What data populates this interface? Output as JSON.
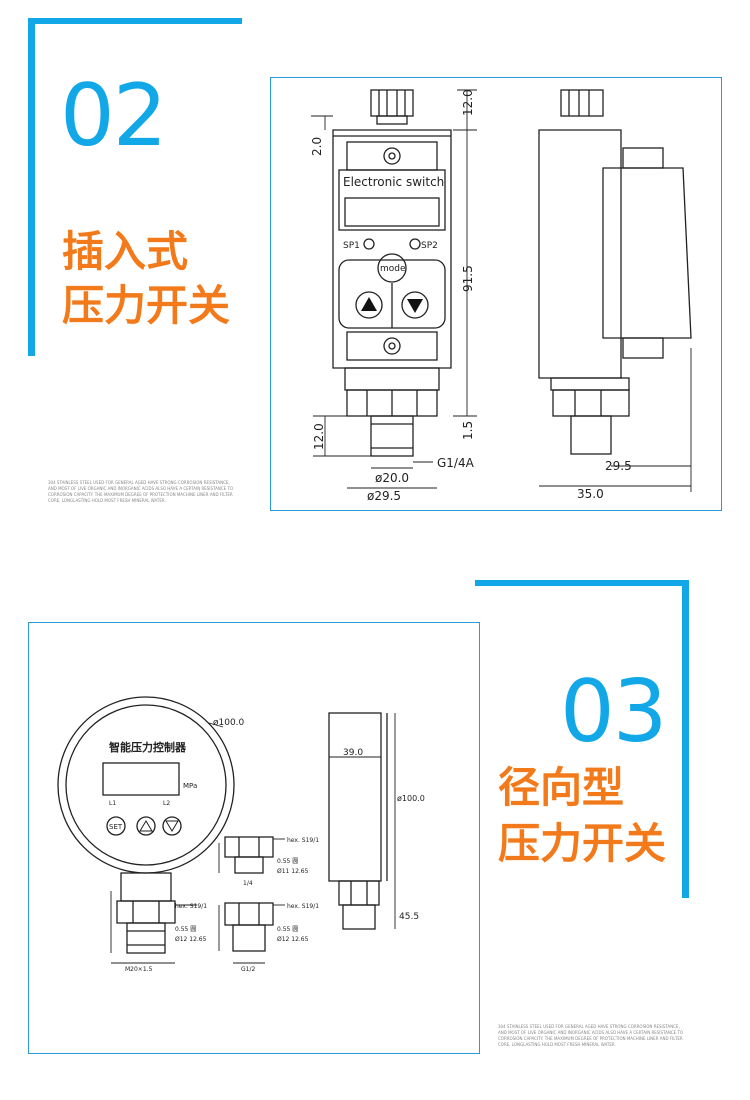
{
  "section02": {
    "number": "02",
    "title_line1": "插入式",
    "title_line2": "压力开关",
    "fineprint": "304 STAINLESS STEEL USED FOR GENERAL AGED HAVE STRONG CORROSION RESISTANCE, AND MOST OF LIVE ORGANIC AND INORGANIC ACIDS ALSO HAVE A CERTAIN RESISTANCE TO CORROSION CAPACITY. THE MAXIMUM DEGREE OF PROTECTION MACHINE LINER AND FILTER CORE, LONGLASTING HOLD MOST FRESH MINERAL WATER."
  },
  "section03": {
    "number": "03",
    "title_line1": "径向型",
    "title_line2": "压力开关",
    "fineprint": "304 STAINLESS STEEL USED FOR GENERAL AGED HAVE STRONG CORROSION RESISTANCE, AND MOST OF LIVE ORGANIC AND INORGANIC ACIDS ALSO HAVE A CERTAIN RESISTANCE TO CORROSION CAPACITY. THE MAXIMUM DEGREE OF PROTECTION MACHINE LINER AND FILTER CORE, LONGLASTING HOLD MOST FRESH MINERAL WATER."
  },
  "drawing1": {
    "brand": "Electronic switch",
    "sp1": "SP1",
    "sp2": "SP2",
    "mode": "mode",
    "dim_top": "12.0",
    "dim_cap": "2.0",
    "dim_height": "91.5",
    "dim_thread_h": "12.0",
    "dim_base": "1.5",
    "thread": "G1/4A",
    "dim_d1": "ø20.0",
    "dim_d2": "ø29.5",
    "dim_side_offset": "29.5",
    "dim_width": "35.0"
  },
  "drawing2": {
    "brand": "智能压力控制器",
    "unit": "MPa",
    "lbl_l1": "L1",
    "lbl_l2": "L2",
    "btn_set": "SET",
    "dia": "ø100.0",
    "depth": "39.0",
    "height": "ø100.0",
    "stem": "45.5",
    "hex_a": "hex. S19/1",
    "hex_b": "hex. S19/1",
    "hex_c": "hex. S19/1",
    "m_a": "M20×1.5",
    "m_b": "G1/2",
    "spec_a": "0.55 圆",
    "spec_b": "Ø11 12.65",
    "spec_c": "0.55 圆",
    "spec_d": "Ø12 12.65",
    "spec_e": "0.55 圆",
    "spec_f": "Ø12 12.65",
    "sub_a": "1/4"
  }
}
